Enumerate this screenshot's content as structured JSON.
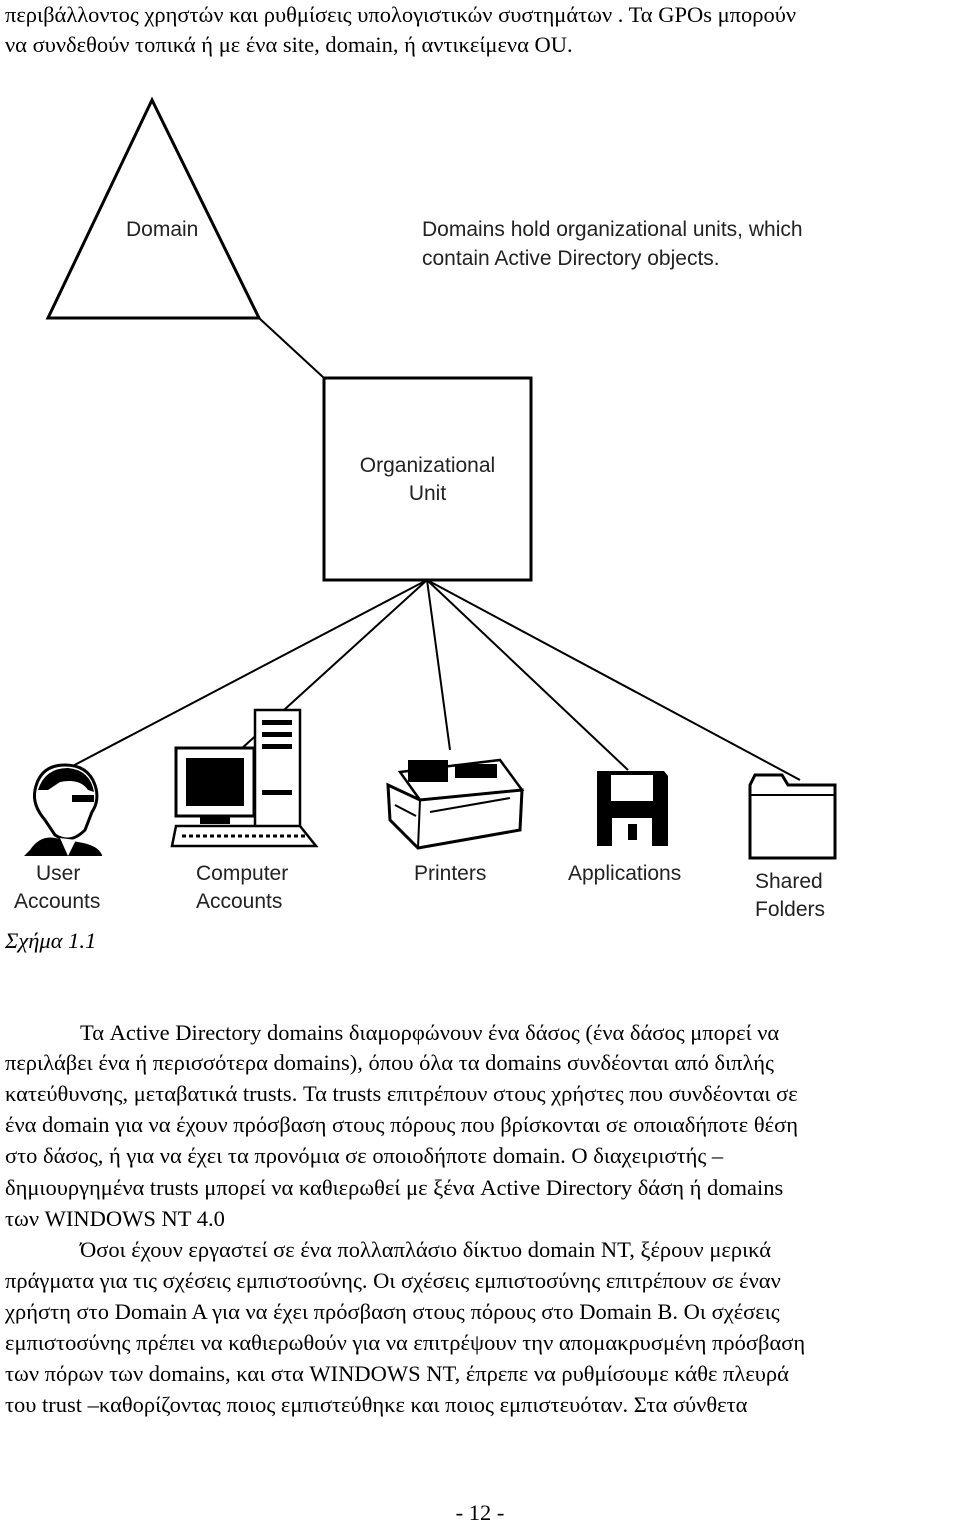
{
  "top_text": {
    "line1": "περιβάλλοντος χρηστών και ρυθμίσεις υπολογιστικών συστημάτων . Τα GPOs μπορούν",
    "line2": "να συνδεθούν τοπικά ή με ένα site, domain, ή αντικείμενα OU."
  },
  "diagram": {
    "domain_label": "Domain",
    "description_line1": "Domains hold organizational units, which",
    "description_line2": "contain Active Directory objects.",
    "ou_line1": "Organizational",
    "ou_line2": "Unit",
    "objects": [
      {
        "line1": "User",
        "line2": "Accounts",
        "icon": "user-icon"
      },
      {
        "line1": "Computer",
        "line2": "Accounts",
        "icon": "computer-icon"
      },
      {
        "line1": "Printers",
        "line2": "",
        "icon": "printer-icon"
      },
      {
        "line1": "Applications",
        "line2": "",
        "icon": "floppy-disk-icon"
      },
      {
        "line1": "Shared",
        "line2": "Folders",
        "icon": "folder-icon"
      }
    ]
  },
  "caption": "Σχήμα 1.1",
  "body_lines": [
    "Τα Active Directory domains διαμορφώνουν ένα δάσος (ένα δάσος μπορεί να",
    "περιλάβει ένα ή περισσότερα domains), όπου όλα τα domains συνδέονται από διπλής",
    "κατεύθυνσης, μεταβατικά trusts. Τα trusts επιτρέπουν στους χρήστες που συνδέονται σε",
    "ένα domain για να έχουν πρόσβαση στους πόρους που βρίσκονται σε οποιαδήποτε θέση",
    "στο δάσος, ή για να έχει τα προνόμια σε οποιοδήποτε domain. Ο διαχειριστής –",
    "δημιουργημένα trusts μπορεί να καθιερωθεί με ξένα Active Directory δάση ή domains",
    "των WINDOWS NT 4.0",
    "Όσοι έχουν εργαστεί σε ένα πολλαπλάσιο δίκτυο domain NT, ξέρουν μερικά",
    "πράγματα για τις σχέσεις εμπιστοσύνης. Οι σχέσεις εμπιστοσύνης επιτρέπουν σε έναν",
    "χρήστη στο Domain A για να έχει πρόσβαση στους πόρους στο Domain B. Οι σχέσεις",
    "εμπιστοσύνης πρέπει να καθιερωθούν για να επιτρέψουν την απομακρυσμένη πρόσβαση",
    "των πόρων των domains, και στα WINDOWS NT, έπρεπε να ρυθμίσουμε κάθε πλευρά",
    "του trust –καθορίζοντας ποιος εμπιστεύθηκε και ποιος εμπιστευόταν. Στα σύνθετα"
  ],
  "page_number": "- 12 -"
}
